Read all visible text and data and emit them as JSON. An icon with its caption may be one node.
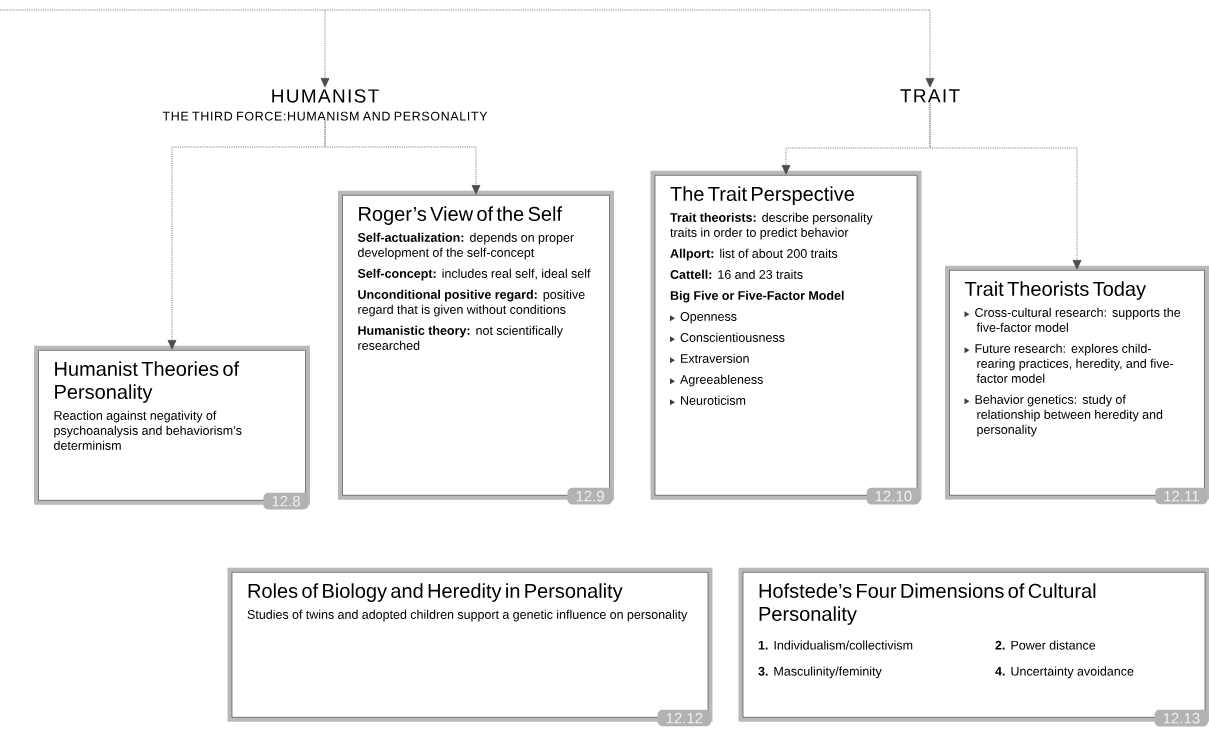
{
  "diagram": {
    "nodes": [
      {
        "text": [
          "HUMANIST",
          "THE THIRD FORCE:HUMANISM AND PERSONALITY"
        ]
      },
      {
        "text": [
          "TRAIT"
        ]
      },
      {
        "text": [
          "Humanist Theories of Personality",
          "Reaction against negativity of psychoanalysis and behaviorism’s determinism"
        ],
        "beside": [
          "12.8"
        ]
      },
      {
        "text": [
          "Roger’s View of the Self",
          "**Self-actualization:** depends on proper development of the self-concept",
          "**Self-concept:** includes real self, ideal self",
          "**Unconditional positive regard:** positive regard that is given without conditions",
          "**Humanistic theory:** not scientifically researched"
        ],
        "beside": [
          "12.9"
        ]
      },
      {
        "text": [
          "The Trait Perspective",
          "**Trait theorists:** describe personality traits in order to predict behavior",
          "**Allport:** list of about 200 traits",
          "**Cattell:** 16 and 23 traits",
          "Big Five or Five-Factor Model",
          "Openness",
          "Conscientiousness",
          "Extraversion",
          "Agreeableness",
          "Neuroticism"
        ],
        "beside": [
          "12.10"
        ]
      },
      {
        "text": [
          "Trait Theorists Today",
          "Cross-cultural research: supports the five-factor model",
          "Future research: explores child-rearing practices, heredity, and five-factor model",
          "Behavior genetics: study of relationship between heredity and personality"
        ],
        "beside": [
          "12.11"
        ]
      },
      {
        "text": [
          "Roles of Biology and Heredity in Personality",
          "Studies of twins and adopted children support a genetic influence on personality"
        ],
        "beside": [
          "12.12"
        ]
      },
      {
        "text": [
          "Hofstede’s Four Dimensions of Cultural Personality",
          "**1.** Individualism/collectivism",
          "**2.** Power distance",
          "**3.** Masculinity/feminity",
          "**4.** Uncertainty avoidance"
        ],
        "beside": [
          "12.13"
        ]
      }
    ],
    "edges": [
      {
        "from": null,
        "to": 0,
        "arrow": "to",
        "style": "dashed"
      },
      {
        "from": null,
        "to": 1,
        "arrow": "to",
        "style": "dashed"
      },
      {
        "from": 0,
        "to": 2,
        "arrow": "to",
        "style": "dashed"
      },
      {
        "from": 0,
        "to": 3,
        "arrow": "to",
        "style": "dashed"
      },
      {
        "from": 1,
        "to": 4,
        "arrow": "to",
        "style": "dashed"
      },
      {
        "from": 1,
        "to": 5,
        "arrow": "to",
        "style": "dashed"
      }
    ]
  }
}
